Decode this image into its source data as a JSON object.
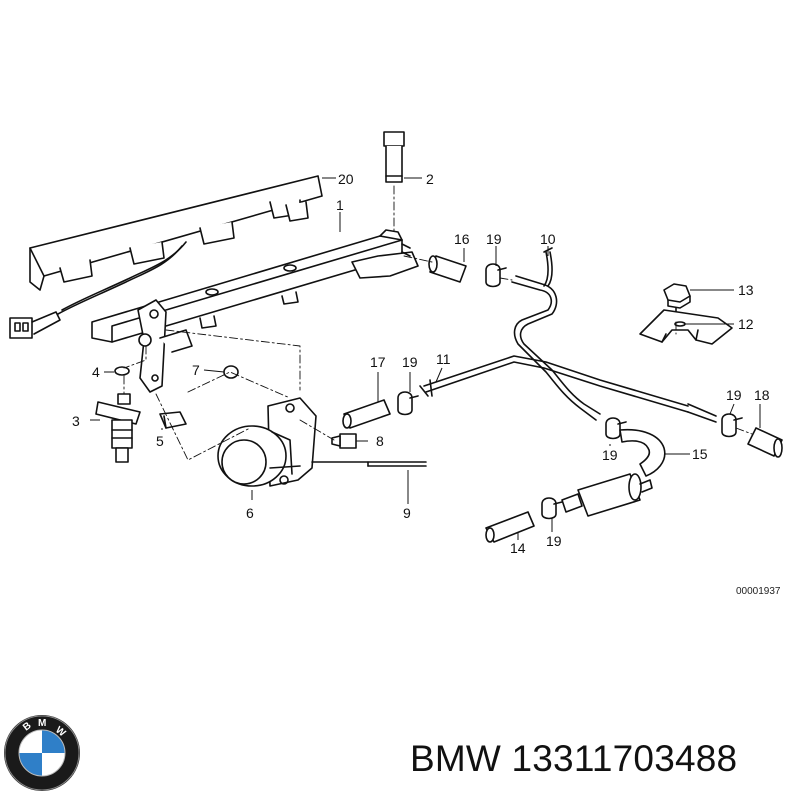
{
  "diagram": {
    "callouts": [
      {
        "id": "c1",
        "text": "1"
      },
      {
        "id": "c2",
        "text": "2"
      },
      {
        "id": "c3",
        "text": "3"
      },
      {
        "id": "c4",
        "text": "4"
      },
      {
        "id": "c5",
        "text": "5"
      },
      {
        "id": "c6",
        "text": "6"
      },
      {
        "id": "c7",
        "text": "7"
      },
      {
        "id": "c8",
        "text": "8"
      },
      {
        "id": "c9",
        "text": "9"
      },
      {
        "id": "c10",
        "text": "10"
      },
      {
        "id": "c11",
        "text": "11"
      },
      {
        "id": "c12",
        "text": "12"
      },
      {
        "id": "c13",
        "text": "13"
      },
      {
        "id": "c14",
        "text": "14"
      },
      {
        "id": "c15",
        "text": "15"
      },
      {
        "id": "c16",
        "text": "16"
      },
      {
        "id": "c17",
        "text": "17"
      },
      {
        "id": "c18",
        "text": "18"
      },
      {
        "id": "c19a",
        "text": "19"
      },
      {
        "id": "c19b",
        "text": "19"
      },
      {
        "id": "c19c",
        "text": "19"
      },
      {
        "id": "c19d",
        "text": "19"
      },
      {
        "id": "c19e",
        "text": "19"
      },
      {
        "id": "c20",
        "text": "20"
      }
    ],
    "figure_id": "00001937"
  },
  "footer": {
    "brand_logo_text": "BMW",
    "title": "BMW 13311703488"
  }
}
